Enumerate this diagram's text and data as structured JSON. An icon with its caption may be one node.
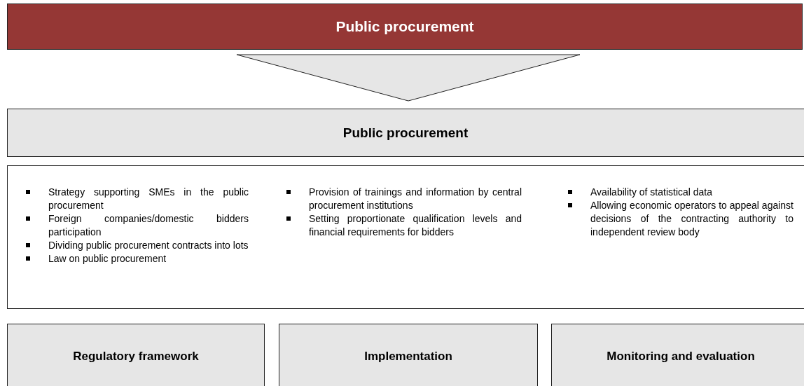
{
  "diagram": {
    "nodes": [
      {
        "text": [
          "Public procurement"
        ]
      },
      {
        "text": [
          "Public procurement"
        ]
      },
      {
        "text": [
          "Strategy supporting SMEs in the public procurement",
          "Foreign companies/domestic bidders participation",
          "Dividing public procurement contracts into lots",
          "Law on public procurement",
          "Provision of trainings and information by central procurement institutions",
          "Setting proportionate qualification levels and financial requirements for bidders",
          "Availability of statistical data",
          "Allowing economic operators to appeal against decisions of the contracting authority to independent review body"
        ]
      },
      {
        "text": [
          "Regulatory framework"
        ]
      },
      {
        "text": [
          "Implementation"
        ]
      },
      {
        "text": [
          "Monitoring and evaluation"
        ]
      }
    ],
    "edges": [
      {
        "from": 0,
        "to": 1,
        "arrow": "to"
      }
    ]
  }
}
